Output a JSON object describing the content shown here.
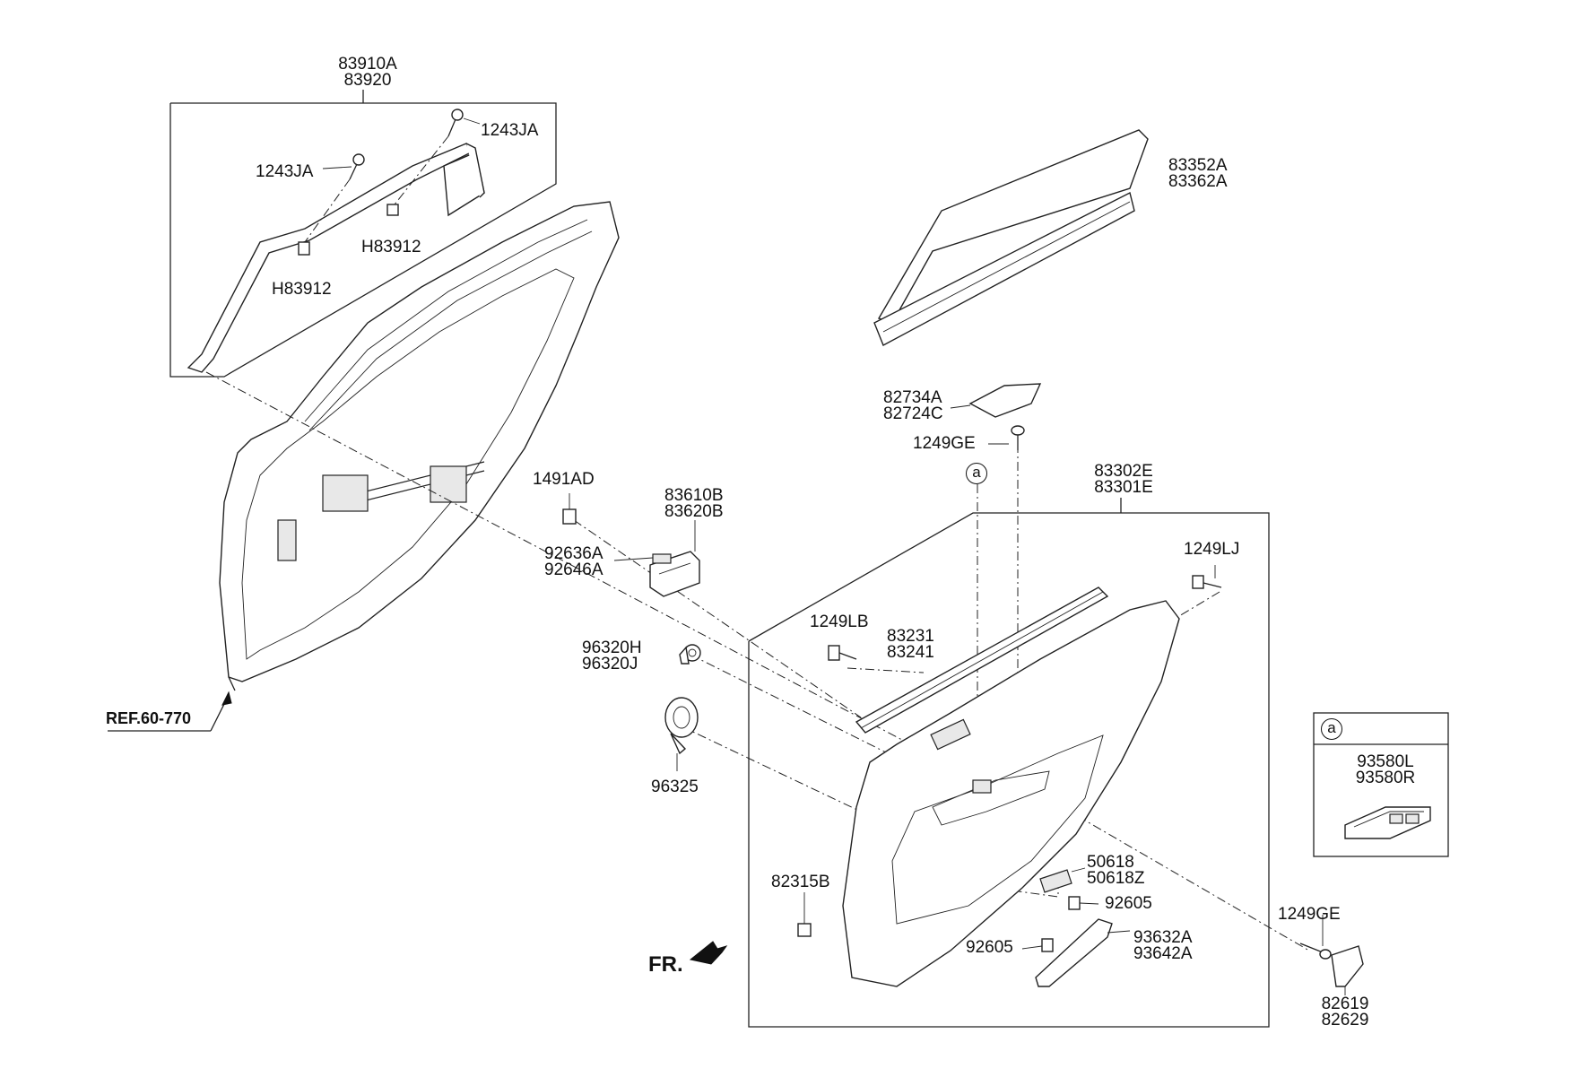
{
  "labels": {
    "weatherstrip": [
      "83910A",
      "83920"
    ],
    "screw_1243ja_right": "1243JA",
    "screw_1243ja_left": "1243JA",
    "clip_h83912_right": "H83912",
    "clip_h83912_left": "H83912",
    "curtain": [
      "83352A",
      "83362A"
    ],
    "cover": [
      "82734A",
      "82724C"
    ],
    "screw_1249ge_top": "1249GE",
    "callout_a_top": "a",
    "trim_panel": [
      "83302E",
      "83301E"
    ],
    "fastener_1491ad": "1491AD",
    "handle": [
      "83610B",
      "83620B"
    ],
    "handle_lamp": [
      "92636A",
      "92646A"
    ],
    "screw_1249lj": "1249LJ",
    "screw_1249lb": "1249LB",
    "belt_strip": [
      "83231",
      "83241"
    ],
    "tweeter": [
      "96320H",
      "96320J"
    ],
    "speaker": "96325",
    "ref": "REF.60-770",
    "pad": [
      "50618",
      "50618Z"
    ],
    "lamp_92605_right": "92605",
    "lamp_92605_left": "92605",
    "grip": [
      "93632A",
      "93642A"
    ],
    "clip_82315b": "82315B",
    "front": "FR.",
    "screw_1249ge_bottom": "1249GE",
    "reflector": [
      "82619",
      "82629"
    ],
    "inset_callout": "a",
    "switch": [
      "93580L",
      "93580R"
    ]
  }
}
